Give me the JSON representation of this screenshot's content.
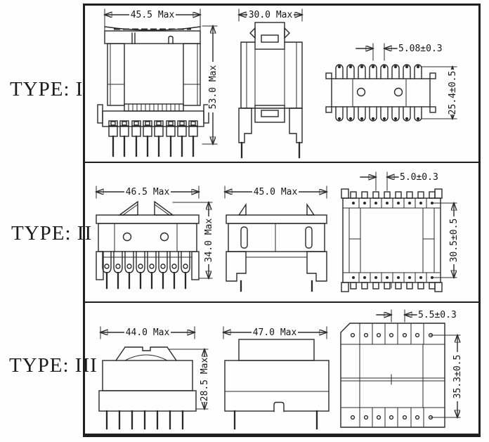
{
  "drawing": {
    "line_color": "#2a2a2a",
    "rows": [
      {
        "type_label": "TYPE: I",
        "front": {
          "width": "45.5 Max",
          "height": "53.0 Max"
        },
        "side": {
          "width": "30.0 Max"
        },
        "top": {
          "pin_pitch": "5.08±0.3",
          "pin_row_span": "25.4±0.5"
        }
      },
      {
        "type_label": "TYPE: II",
        "front": {
          "width": "46.5 Max",
          "height": "34.0 Max"
        },
        "side": {
          "width": "45.0 Max"
        },
        "top": {
          "pin_pitch": "5.0±0.3",
          "pin_row_span": "30.5±0.5"
        }
      },
      {
        "type_label": "TYPE: III",
        "front": {
          "width": "44.0 Max",
          "height": "28.5 Max"
        },
        "side": {
          "width": "47.0 Max"
        },
        "top": {
          "pin_pitch": "5.5±0.3",
          "pin_row_span": "35.3±0.5"
        }
      }
    ]
  }
}
